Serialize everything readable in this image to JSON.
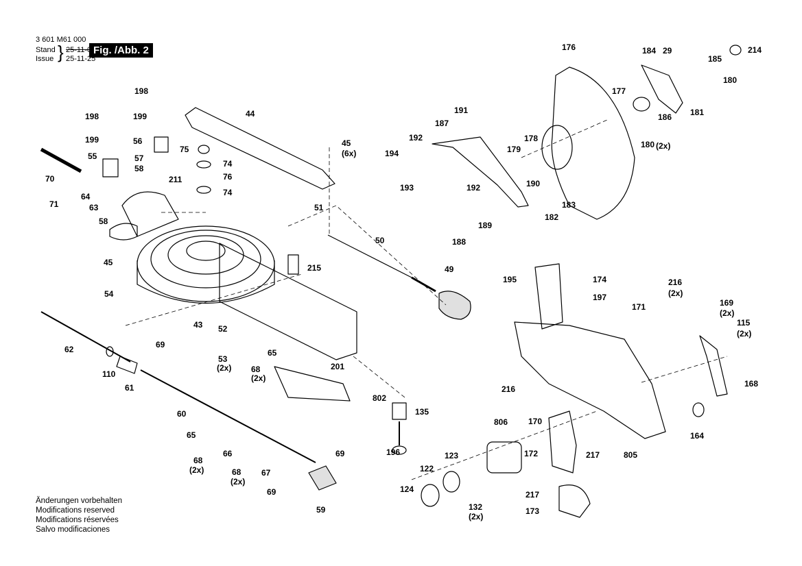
{
  "header": {
    "doc_number": "3 601 M61 000",
    "stand_label": "Stand",
    "issue_label": "Issue",
    "stand_date": "25-11-07",
    "issue_date": "25-11-25",
    "figure_label": "Fig. /Abb. 2"
  },
  "footer_notes": [
    "Änderungen vorbehalten",
    "Modifications reserved",
    "Modifications réservées",
    "Salvo modificaciones"
  ],
  "part_labels": [
    "198",
    "198",
    "199",
    "199",
    "56",
    "55",
    "57",
    "58",
    "70",
    "64",
    "71",
    "63",
    "58",
    "211",
    "75",
    "74",
    "76",
    "74",
    "44",
    "45",
    "(6x)",
    "51",
    "50",
    "49",
    "215",
    "45",
    "54",
    "43",
    "52",
    "65",
    "53",
    "(2x)",
    "68",
    "(2x)",
    "201",
    "802",
    "135",
    "196",
    "69",
    "62",
    "110",
    "61",
    "60",
    "65",
    "68",
    "(2x)",
    "66",
    "68",
    "(2x)",
    "67",
    "69",
    "69",
    "59",
    "176",
    "184",
    "29",
    "185",
    "214",
    "180",
    "177",
    "181",
    "186",
    "(2x)",
    "180",
    "191",
    "187",
    "192",
    "194",
    "193",
    "178",
    "179",
    "190",
    "192",
    "189",
    "188",
    "183",
    "182",
    "195",
    "174",
    "197",
    "216",
    "(2x)",
    "171",
    "169",
    "(2x)",
    "115",
    "(2x)",
    "168",
    "216",
    "170",
    "164",
    "806",
    "123",
    "122",
    "124",
    "132",
    "(2x)",
    "172",
    "217",
    "217",
    "173",
    "805"
  ],
  "colors": {
    "ink": "#000000",
    "paper": "#ffffff",
    "shade": "#888888"
  }
}
